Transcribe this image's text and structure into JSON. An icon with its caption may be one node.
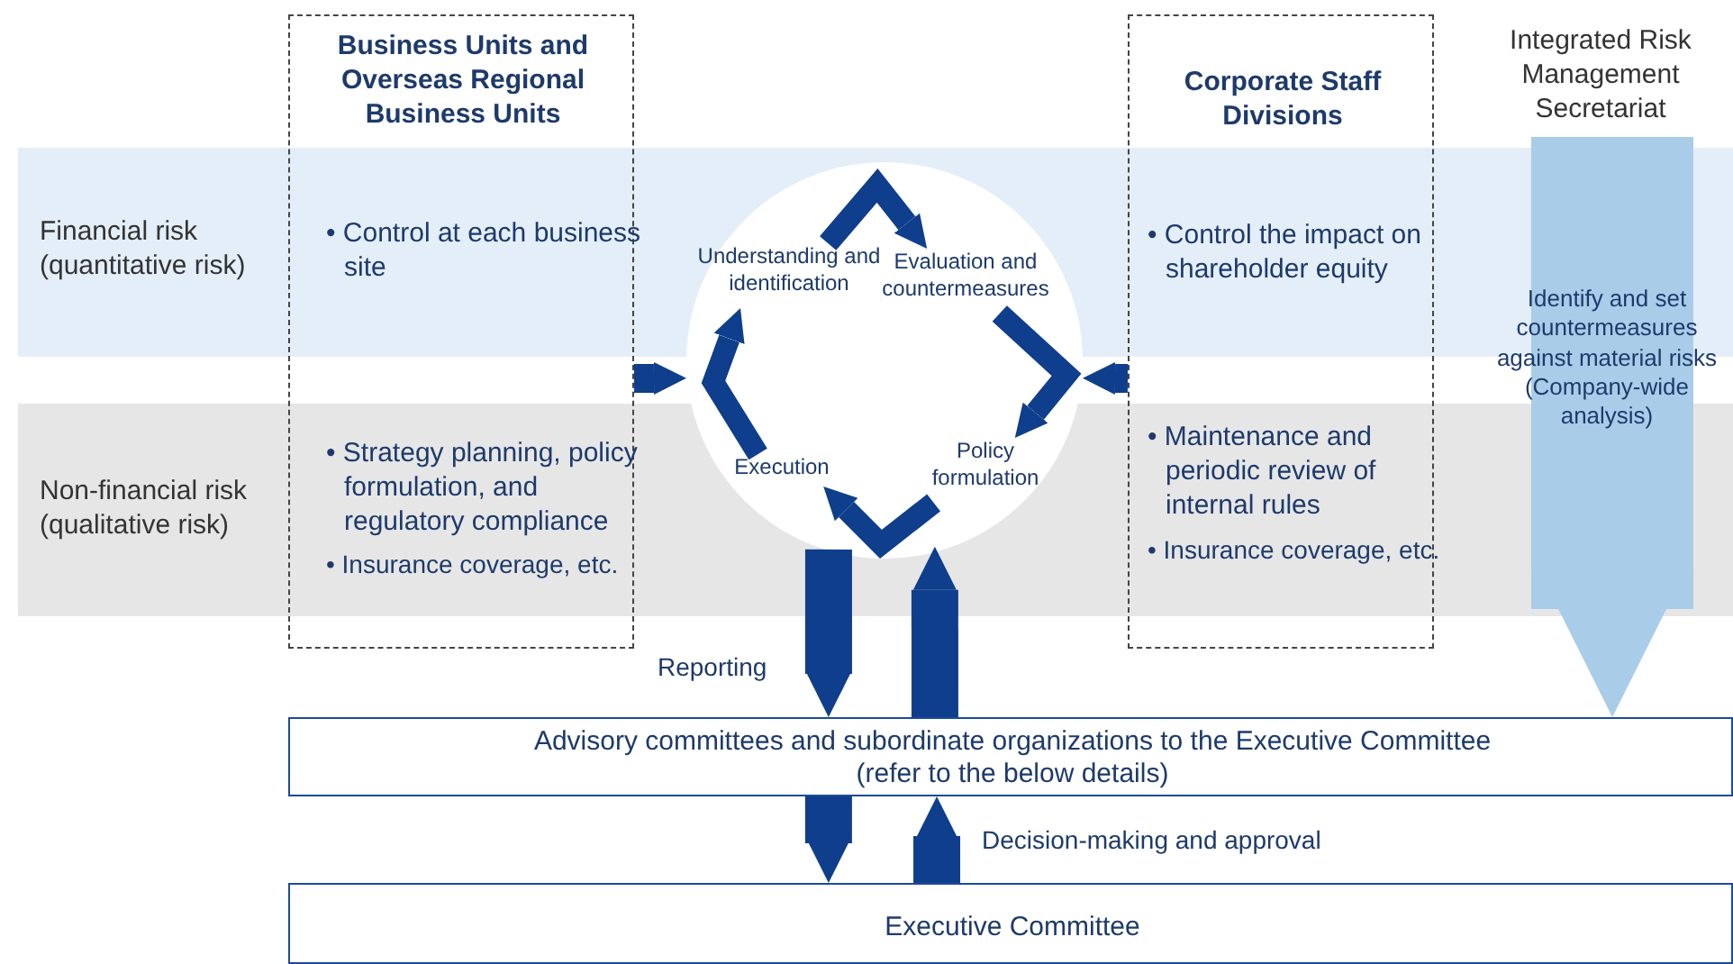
{
  "diagram": {
    "nodes": [
      {
        "text": [
          "Financial risk (quantitative risk)"
        ]
      },
      {
        "text": [
          "Non-financial risk (qualitative risk)"
        ]
      },
      {
        "text": [
          "Business Units and Overseas Regional Business Units",
          "• Control at each business site",
          "• Strategy planning, policy formulation, and regulatory compliance",
          "• Insurance coverage, etc."
        ]
      },
      {
        "text": [],
        "shape": "circle"
      },
      {
        "text": [
          "Understanding and identification"
        ],
        "in": 3
      },
      {
        "text": [
          "Evaluation and countermeasures"
        ],
        "in": 3
      },
      {
        "text": [
          "Policy formulation"
        ],
        "in": 3
      },
      {
        "text": [
          "Execution"
        ],
        "in": 3
      },
      {
        "text": [
          "Corporate Staff Divisions",
          "• Control the impact on shareholder equity",
          "• Maintenance and periodic review of internal rules",
          "• Insurance coverage, etc."
        ]
      },
      {
        "text": [
          "Integrated Risk Management Secretariat"
        ]
      },
      {
        "text": [
          "Advisory committees and subordinate organizations to the Executive Committee",
          "(refer to the below details)"
        ]
      },
      {
        "text": [
          "Executive Committee"
        ]
      }
    ],
    "edges": [
      {
        "from": 4,
        "to": 5,
        "arrow": "to"
      },
      {
        "from": 5,
        "to": 6,
        "arrow": "to"
      },
      {
        "from": 6,
        "to": 7,
        "arrow": "to"
      },
      {
        "from": 7,
        "to": 4,
        "arrow": "to"
      },
      {
        "from": 2,
        "to": 3,
        "arrow": "to"
      },
      {
        "from": 8,
        "to": 3,
        "arrow": "to"
      },
      {
        "from": 3,
        "to": 10,
        "arrow": "to",
        "label": "Reporting"
      },
      {
        "from": 10,
        "to": 3,
        "arrow": "to"
      },
      {
        "from": 10,
        "to": 11,
        "arrow": "to"
      },
      {
        "from": 11,
        "to": 10,
        "arrow": "to",
        "label": "Decision-making and approval"
      },
      {
        "from": 9,
        "to": 10,
        "arrow": "to",
        "label": "Identify and set countermeasures against material risks (Company-wide analysis)",
        "style": "thick",
        "color": "#a9cde9"
      }
    ]
  }
}
